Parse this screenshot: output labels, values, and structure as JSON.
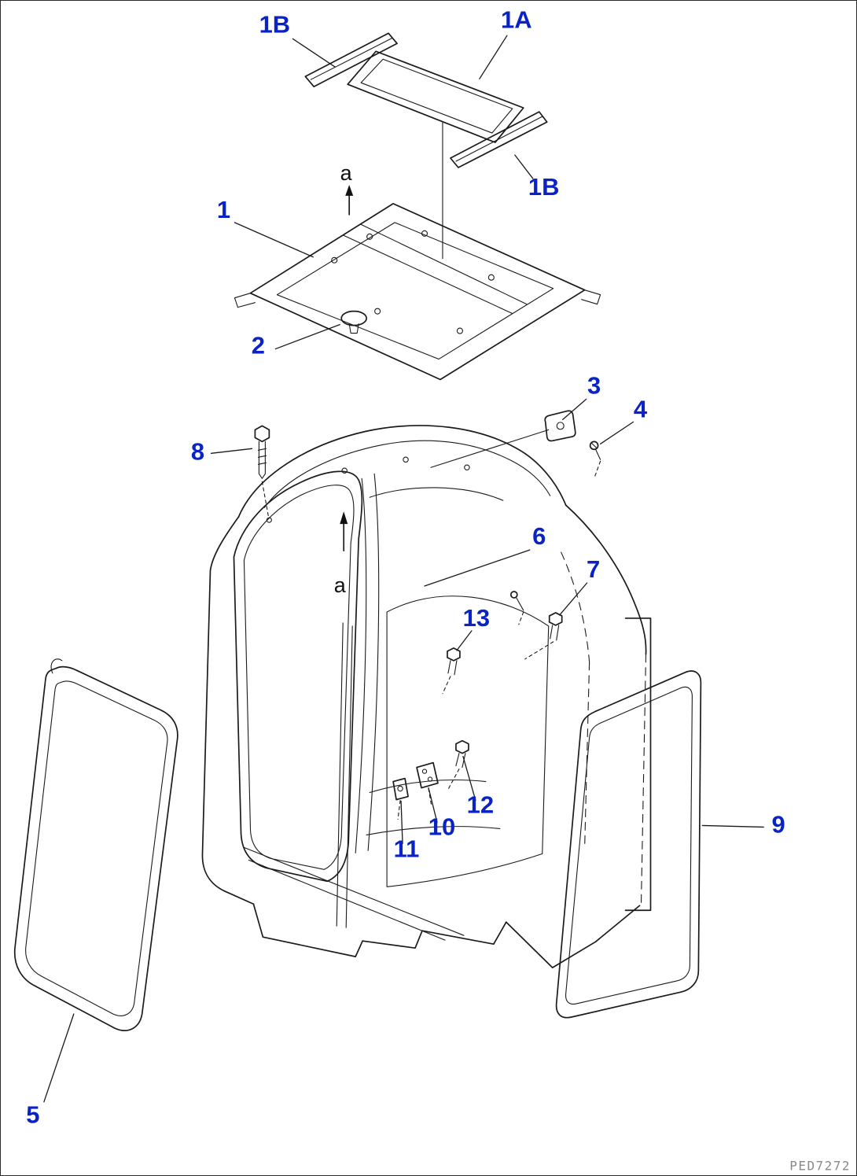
{
  "colors": {
    "label": "#0a23c4",
    "line": "#1b1b1b",
    "arrow": "#101010",
    "code": "#8a8a8a"
  },
  "labels": [
    {
      "name": "1B-top",
      "text": "1B"
    },
    {
      "name": "1A",
      "text": "1A"
    },
    {
      "name": "1B-right",
      "text": "1B"
    },
    {
      "name": "1",
      "text": "1"
    },
    {
      "name": "2",
      "text": "2"
    },
    {
      "name": "3",
      "text": "3"
    },
    {
      "name": "4",
      "text": "4"
    },
    {
      "name": "8",
      "text": "8"
    },
    {
      "name": "6",
      "text": "6"
    },
    {
      "name": "7",
      "text": "7"
    },
    {
      "name": "13",
      "text": "13"
    },
    {
      "name": "12",
      "text": "12"
    },
    {
      "name": "10",
      "text": "10"
    },
    {
      "name": "11",
      "text": "11"
    },
    {
      "name": "9",
      "text": "9"
    },
    {
      "name": "5",
      "text": "5"
    }
  ],
  "section_markers": {
    "top": "a",
    "middle": "a"
  },
  "drawing_code": "PED7272"
}
